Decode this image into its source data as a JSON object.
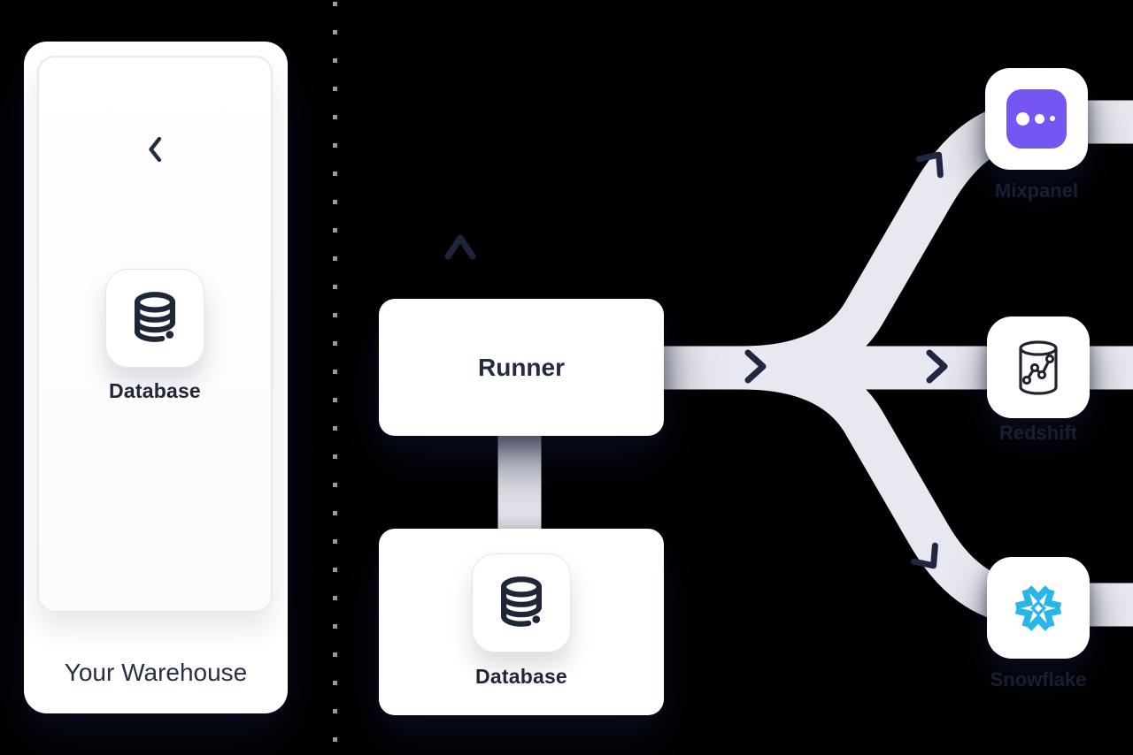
{
  "illustration": {
    "type": "data-pipeline-diagram",
    "background_color": "#000000",
    "divider": "vertical-dotted-line"
  },
  "warehouse_panel": {
    "title": "Your Warehouse",
    "back_icon": "chevron-left-icon",
    "tile": {
      "icon": "database-icon",
      "label": "Database"
    }
  },
  "pipeline": {
    "runner_label": "Runner",
    "database_label": "Database",
    "database_icon": "database-icon",
    "flow_arrows": [
      "chevron-up-icon",
      "chevron-right-icon",
      "chevron-up-right-icon",
      "chevron-right-icon",
      "chevron-down-right-icon"
    ]
  },
  "destinations": [
    {
      "name": "Mixpanel",
      "icon": "mixpanel-dots-icon",
      "brand_color": "#7656F2"
    },
    {
      "name": "Redshift",
      "icon": "redshift-database-chart-icon",
      "brand_color": "#20242E"
    },
    {
      "name": "Snowflake",
      "icon": "snowflake-icon",
      "brand_color": "#29B5E8"
    }
  ],
  "colors": {
    "text_dark": "#232B42",
    "connector_band": "#E8E9F0",
    "arrow": "#1F2840",
    "card_background": "#FFFFFF",
    "tile_border": "#E5E5EC"
  }
}
